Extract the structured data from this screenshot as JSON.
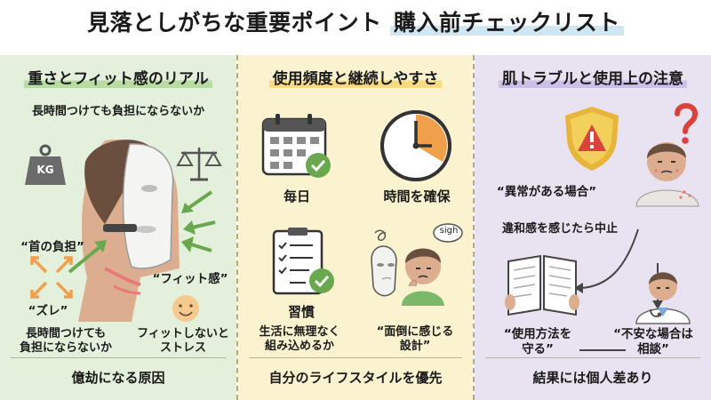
{
  "page": {
    "title_main": "見落としがちな重要ポイント",
    "title_highlight": "購入前チェックリスト"
  },
  "panels": {
    "fit": {
      "title": "重さとフィット感のリアル",
      "subtitle": "長時間つけても負担にならないか",
      "kg_label": "KG",
      "neck_burden": "“首の負担”",
      "fit_feel": "“フィット感”",
      "slip": "“ズレ”",
      "long_wear_note": "長時間つけても\n負担にならないか",
      "no_fit_note": "フィットしないと\nストレス",
      "footer": "億劫になる原因"
    },
    "usage": {
      "title": "使用頻度と継続しやすさ",
      "daily": "毎日",
      "time_secure": "時間を確保",
      "habit": "習慣",
      "habit_note": "生活に無理なく\n組み込めるか",
      "sigh": "sigh",
      "bother_note": "“面倒に感じる\n設計”",
      "footer": "自分のライフスタイルを優先"
    },
    "skin": {
      "title": "肌トラブルと使用上の注意",
      "abnormal": "“異常がある場合”",
      "stop_note": "違和感を感じたら中止",
      "follow_method": "“使用方法を\n守る”",
      "consult": "“不安な場合は\n相談”",
      "footer": "結果には個人差あり"
    }
  },
  "colors": {
    "fit_bg": "#e3f1dc",
    "usage_bg": "#fbf2cf",
    "skin_bg": "#e8e2f1",
    "accent_green": "#6aa84f",
    "accent_orange": "#f0a04b",
    "alert_red": "#d9433b"
  },
  "icons": [
    "kg-weight-icon",
    "scale-icon",
    "face-mask-icon",
    "calendar-check-icon",
    "clock-icon",
    "checklist-icon",
    "tired-person-icon",
    "warning-shield-icon",
    "question-mark-icon",
    "itchy-person-icon",
    "manual-book-icon",
    "doctor-icon"
  ]
}
